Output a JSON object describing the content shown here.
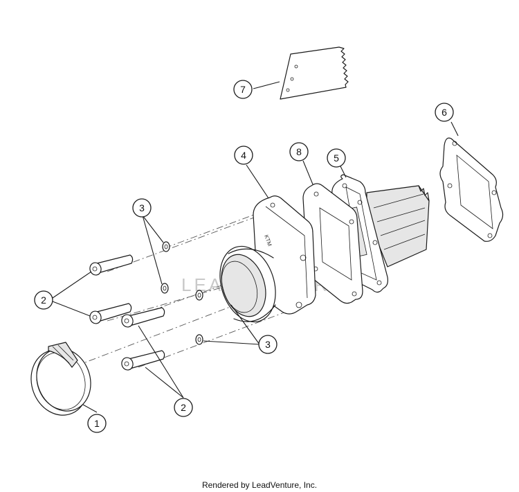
{
  "callouts": {
    "c1": "1",
    "c2a": "2",
    "c2b": "2",
    "c3a": "3",
    "c3b": "3",
    "c4": "4",
    "c5": "5",
    "c6": "6",
    "c7": "7",
    "c8": "8"
  },
  "footer": "Rendered by LeadVenture, Inc.",
  "watermark_text": "LEADVENTURE"
}
